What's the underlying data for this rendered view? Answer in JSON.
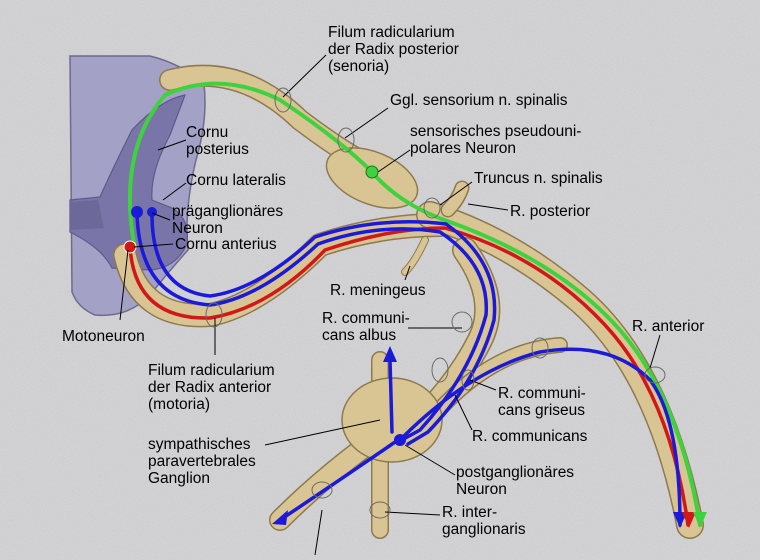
{
  "colors": {
    "background": "#d3d3d6",
    "gray_matter": "#8d88b7",
    "gray_matter_dark": "#6c6899",
    "white_matter": "#a4a1c6",
    "nerve": "#d9c494",
    "nerve_outline": "#8d7a4d",
    "sensory_fiber": "#3fd23f",
    "motor_fiber": "#d01818",
    "autonomic_fiber": "#1a1ad8"
  },
  "labels": {
    "filum_posterior": [
      "Filum radicularium",
      "der Radix posterior",
      "(senoria)"
    ],
    "ggl_sensorium": "Ggl. sensorium n. spinalis",
    "pseudounipolar": [
      "sensorisches pseudouni-",
      "polares Neuron"
    ],
    "truncus": "Truncus n. spinalis",
    "r_posterior": "R. posterior",
    "cornu_posterius": [
      "Cornu",
      "posterius"
    ],
    "cornu_lateralis": "Cornu lateralis",
    "praeganglionaer": [
      "präganglionäres",
      "Neuron"
    ],
    "cornu_anterius": "Cornu anterius",
    "r_meningeus": "R. meningeus",
    "motoneuron": "Motoneuron",
    "r_communicans_albus": [
      "R. communi-",
      "cans albus"
    ],
    "r_anterior": "R. anterior",
    "filum_anterior": [
      "Filum radicularium",
      "der Radix anterior",
      "(motoria)"
    ],
    "r_communicans_griseus": [
      "R. communi-",
      "cans griseus"
    ],
    "r_communicans": "R. communicans",
    "sympathetic_ganglion": [
      "sympathisches",
      "paravertebrales",
      "Ganglion"
    ],
    "postganglionaer": [
      "postganglionäres",
      "Neuron"
    ],
    "r_interganglionaris": [
      "R. inter-",
      "ganglionaris"
    ]
  }
}
